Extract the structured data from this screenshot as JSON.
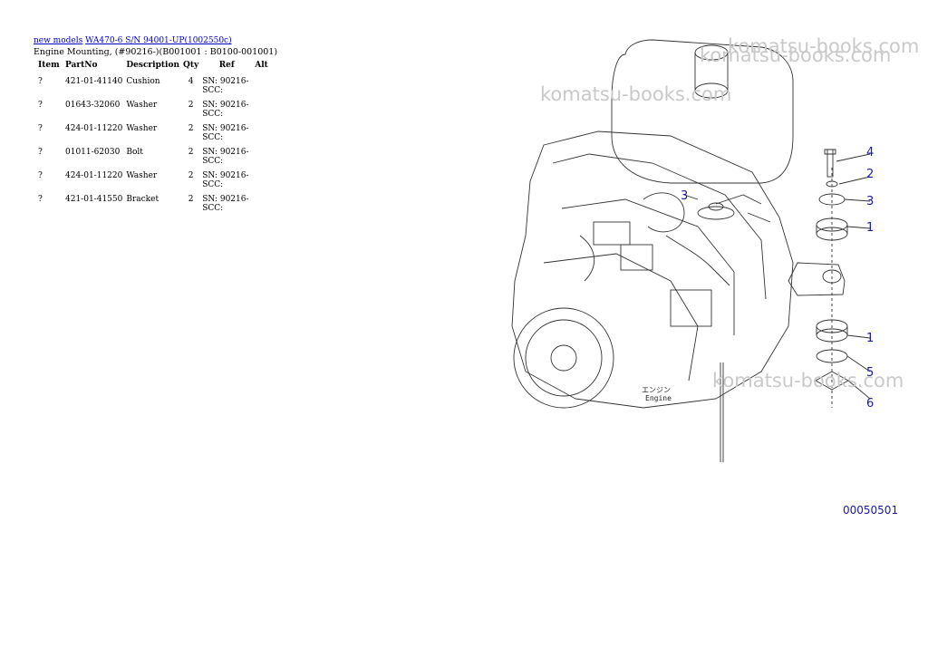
{
  "breadcrumb": {
    "link1": "new models",
    "link2": "WA470-6 S/N 94001-UP(1002550c)"
  },
  "subtitle": "Engine Mounting, (#90216-)(B001001 : B0100-001001)",
  "table": {
    "headers": [
      "Item",
      "PartNo",
      "Description",
      "Qty",
      "Ref",
      "Alt"
    ],
    "rows": [
      {
        "item": "?",
        "part": "421-01-41140",
        "desc": "Cushion",
        "qty": "4",
        "ref": "SN: 90216-SCC:",
        "alt": ""
      },
      {
        "item": "?",
        "part": "01643-32060",
        "desc": "Washer",
        "qty": "2",
        "ref": "SN: 90216-SCC:",
        "alt": ""
      },
      {
        "item": "?",
        "part": "424-01-11220",
        "desc": "Washer",
        "qty": "2",
        "ref": "SN: 90216-SCC:",
        "alt": ""
      },
      {
        "item": "?",
        "part": "01011-62030",
        "desc": "Bolt",
        "qty": "2",
        "ref": "SN: 90216-SCC:",
        "alt": ""
      },
      {
        "item": "?",
        "part": "424-01-11220",
        "desc": "Washer",
        "qty": "2",
        "ref": "SN: 90216-SCC:",
        "alt": ""
      },
      {
        "item": "?",
        "part": "421-01-41550",
        "desc": "Bracket",
        "qty": "2",
        "ref": "SN: 90216-SCC:",
        "alt": ""
      }
    ]
  },
  "diagram": {
    "watermark": "komatsu-books.com",
    "engine_label_jp": "エンジン",
    "engine_label": "Engine",
    "callouts": [
      "4",
      "2",
      "3",
      "1",
      "1",
      "5",
      "6",
      "3"
    ],
    "drawing_code": "00050501",
    "accent_color": "#1a1aa6"
  }
}
